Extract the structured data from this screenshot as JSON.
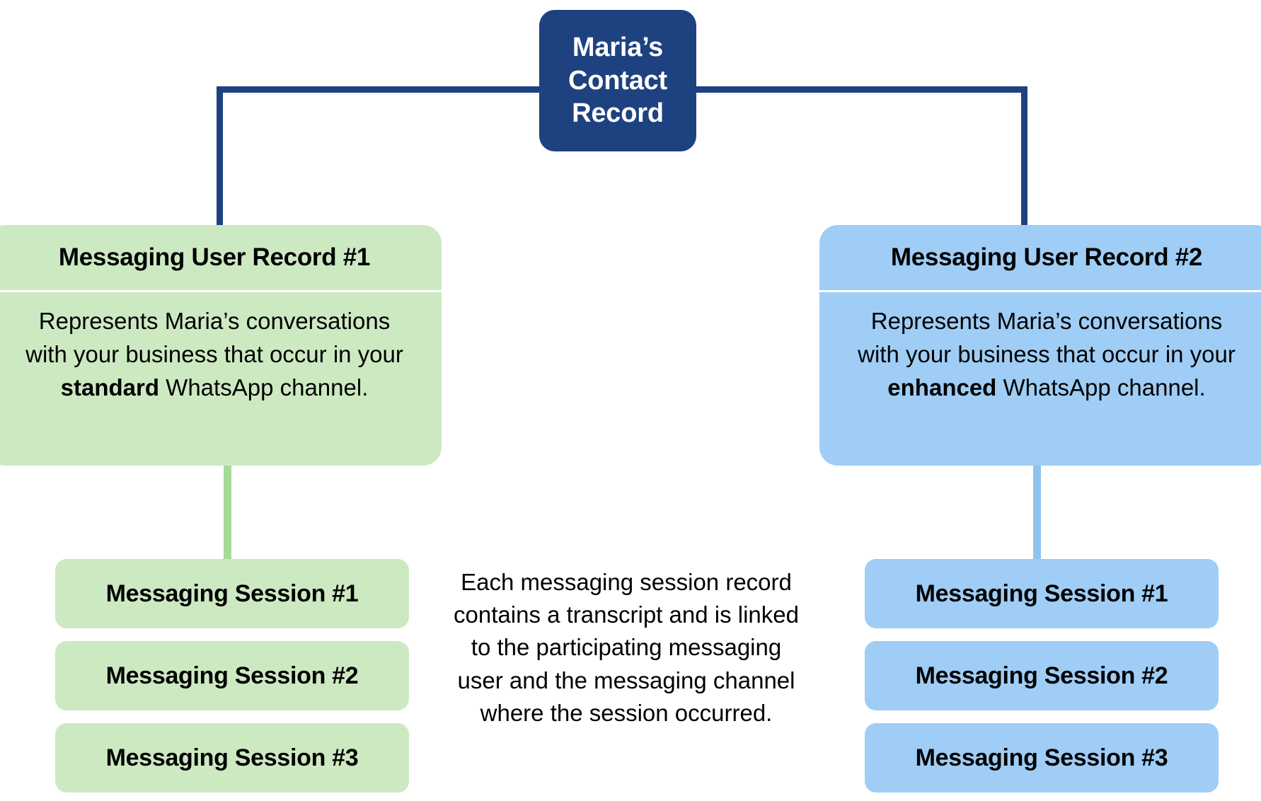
{
  "diagram": {
    "root": {
      "label": "Maria’s Contact Record",
      "color": "#1e4280"
    },
    "branches": [
      {
        "id": "standard",
        "color": "#cde9c2",
        "connector_color": "#a7d99a",
        "header": "Messaging User Record #1",
        "body_prefix": "Represents Maria’s conversations with your business that occur in your ",
        "body_emphasis": "standard",
        "body_suffix": " WhatsApp channel.",
        "sessions": [
          "Messaging Session #1",
          "Messaging Session #2",
          "Messaging Session #3"
        ]
      },
      {
        "id": "enhanced",
        "color": "#9fcdf5",
        "connector_color": "#8fc4ef",
        "header": "Messaging User Record #2",
        "body_prefix": "Represents Maria’s conversations with your business that occur in your ",
        "body_emphasis": "enhanced",
        "body_suffix": " WhatsApp channel.",
        "sessions": [
          "Messaging Session #1",
          "Messaging Session #2",
          "Messaging Session #3"
        ]
      }
    ],
    "center_note": "Each messaging session record contains a transcript and is linked to the participating messaging user and the messaging channel where the session occurred."
  }
}
